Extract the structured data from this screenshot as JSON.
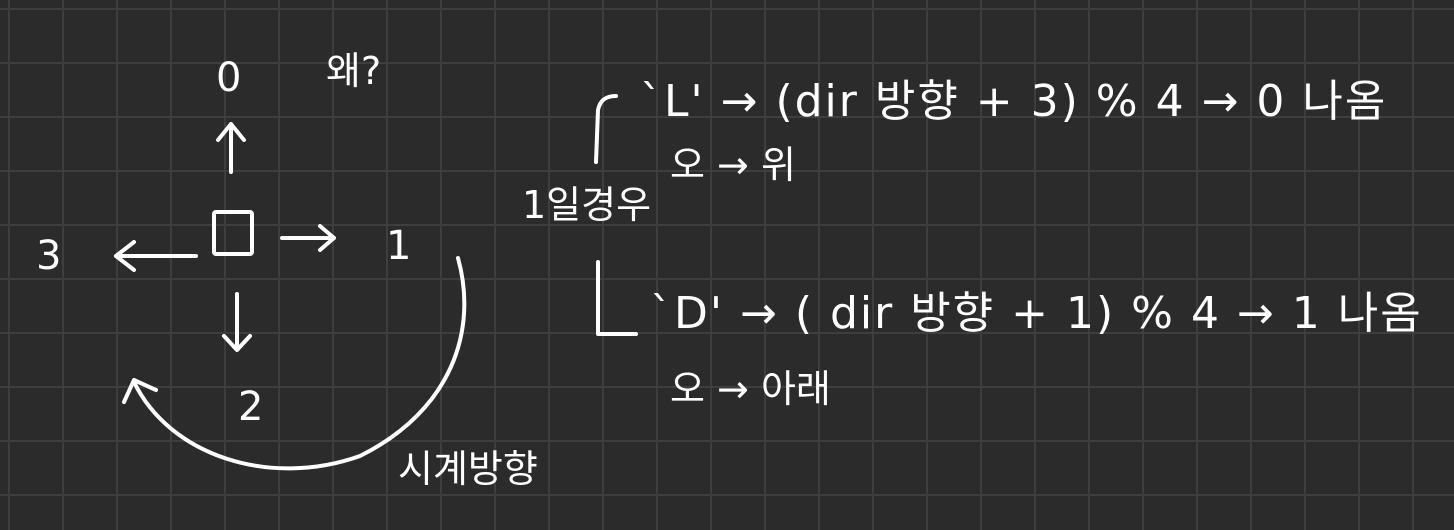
{
  "diagram": {
    "directions": {
      "up": "0",
      "right": "1",
      "down": "2",
      "left": "3"
    },
    "question": "왜?",
    "clockwise_label": "시계방향",
    "case_label": "1일경우",
    "rule_l": {
      "formula": "`L' → (dir 방향 + 3) % 4 → 0 나옴",
      "note": "오 → 위"
    },
    "rule_d": {
      "formula": "`D' → ( dir 방향 + 1) % 4 → 1 나옴",
      "note": "오 → 아래"
    }
  }
}
